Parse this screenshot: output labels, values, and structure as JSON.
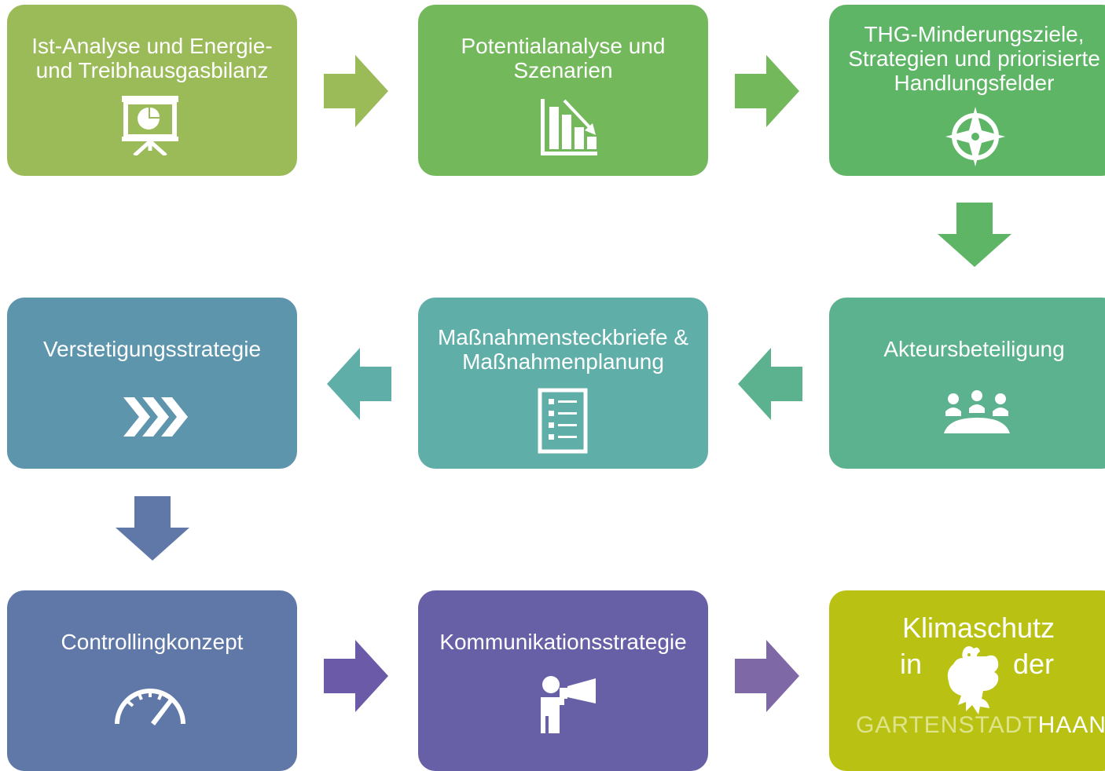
{
  "boxes": [
    {
      "label": "Ist-Analyse und Energie-\nund Treibhausgasbilanz",
      "icon": "presentation-chart-icon",
      "color": "#9bbb59"
    },
    {
      "label": "Potentialanalyse und\nSzenarien",
      "icon": "declining-bar-chart-icon",
      "color": "#74b85c"
    },
    {
      "label": "THG-Minderungsziele,\nStrategien und priorisierte\nHandlungsfelder",
      "icon": "compass-icon",
      "color": "#5db565"
    },
    {
      "label": "Verstetigungsstrategie",
      "icon": "chevrons-right-icon",
      "color": "#5d95ad"
    },
    {
      "label": "Maßnahmensteckbriefe &\nMaßnahmenplanung",
      "icon": "checklist-icon",
      "color": "#5faea8"
    },
    {
      "label": "Akteursbeteiligung",
      "icon": "group-meeting-icon",
      "color": "#5cb18e"
    },
    {
      "label": "Controllingkonzept",
      "icon": "speedometer-icon",
      "color": "#5f78a7"
    },
    {
      "label": "Kommunikationsstrategie",
      "icon": "megaphone-person-icon",
      "color": "#6760a6"
    }
  ],
  "logo": {
    "line1": "Klimaschutz",
    "line2_left": "in",
    "line2_right": "der",
    "brand_light": "GARTENSTADT",
    "brand_bold": "HAAN",
    "color": "#b9c212"
  }
}
